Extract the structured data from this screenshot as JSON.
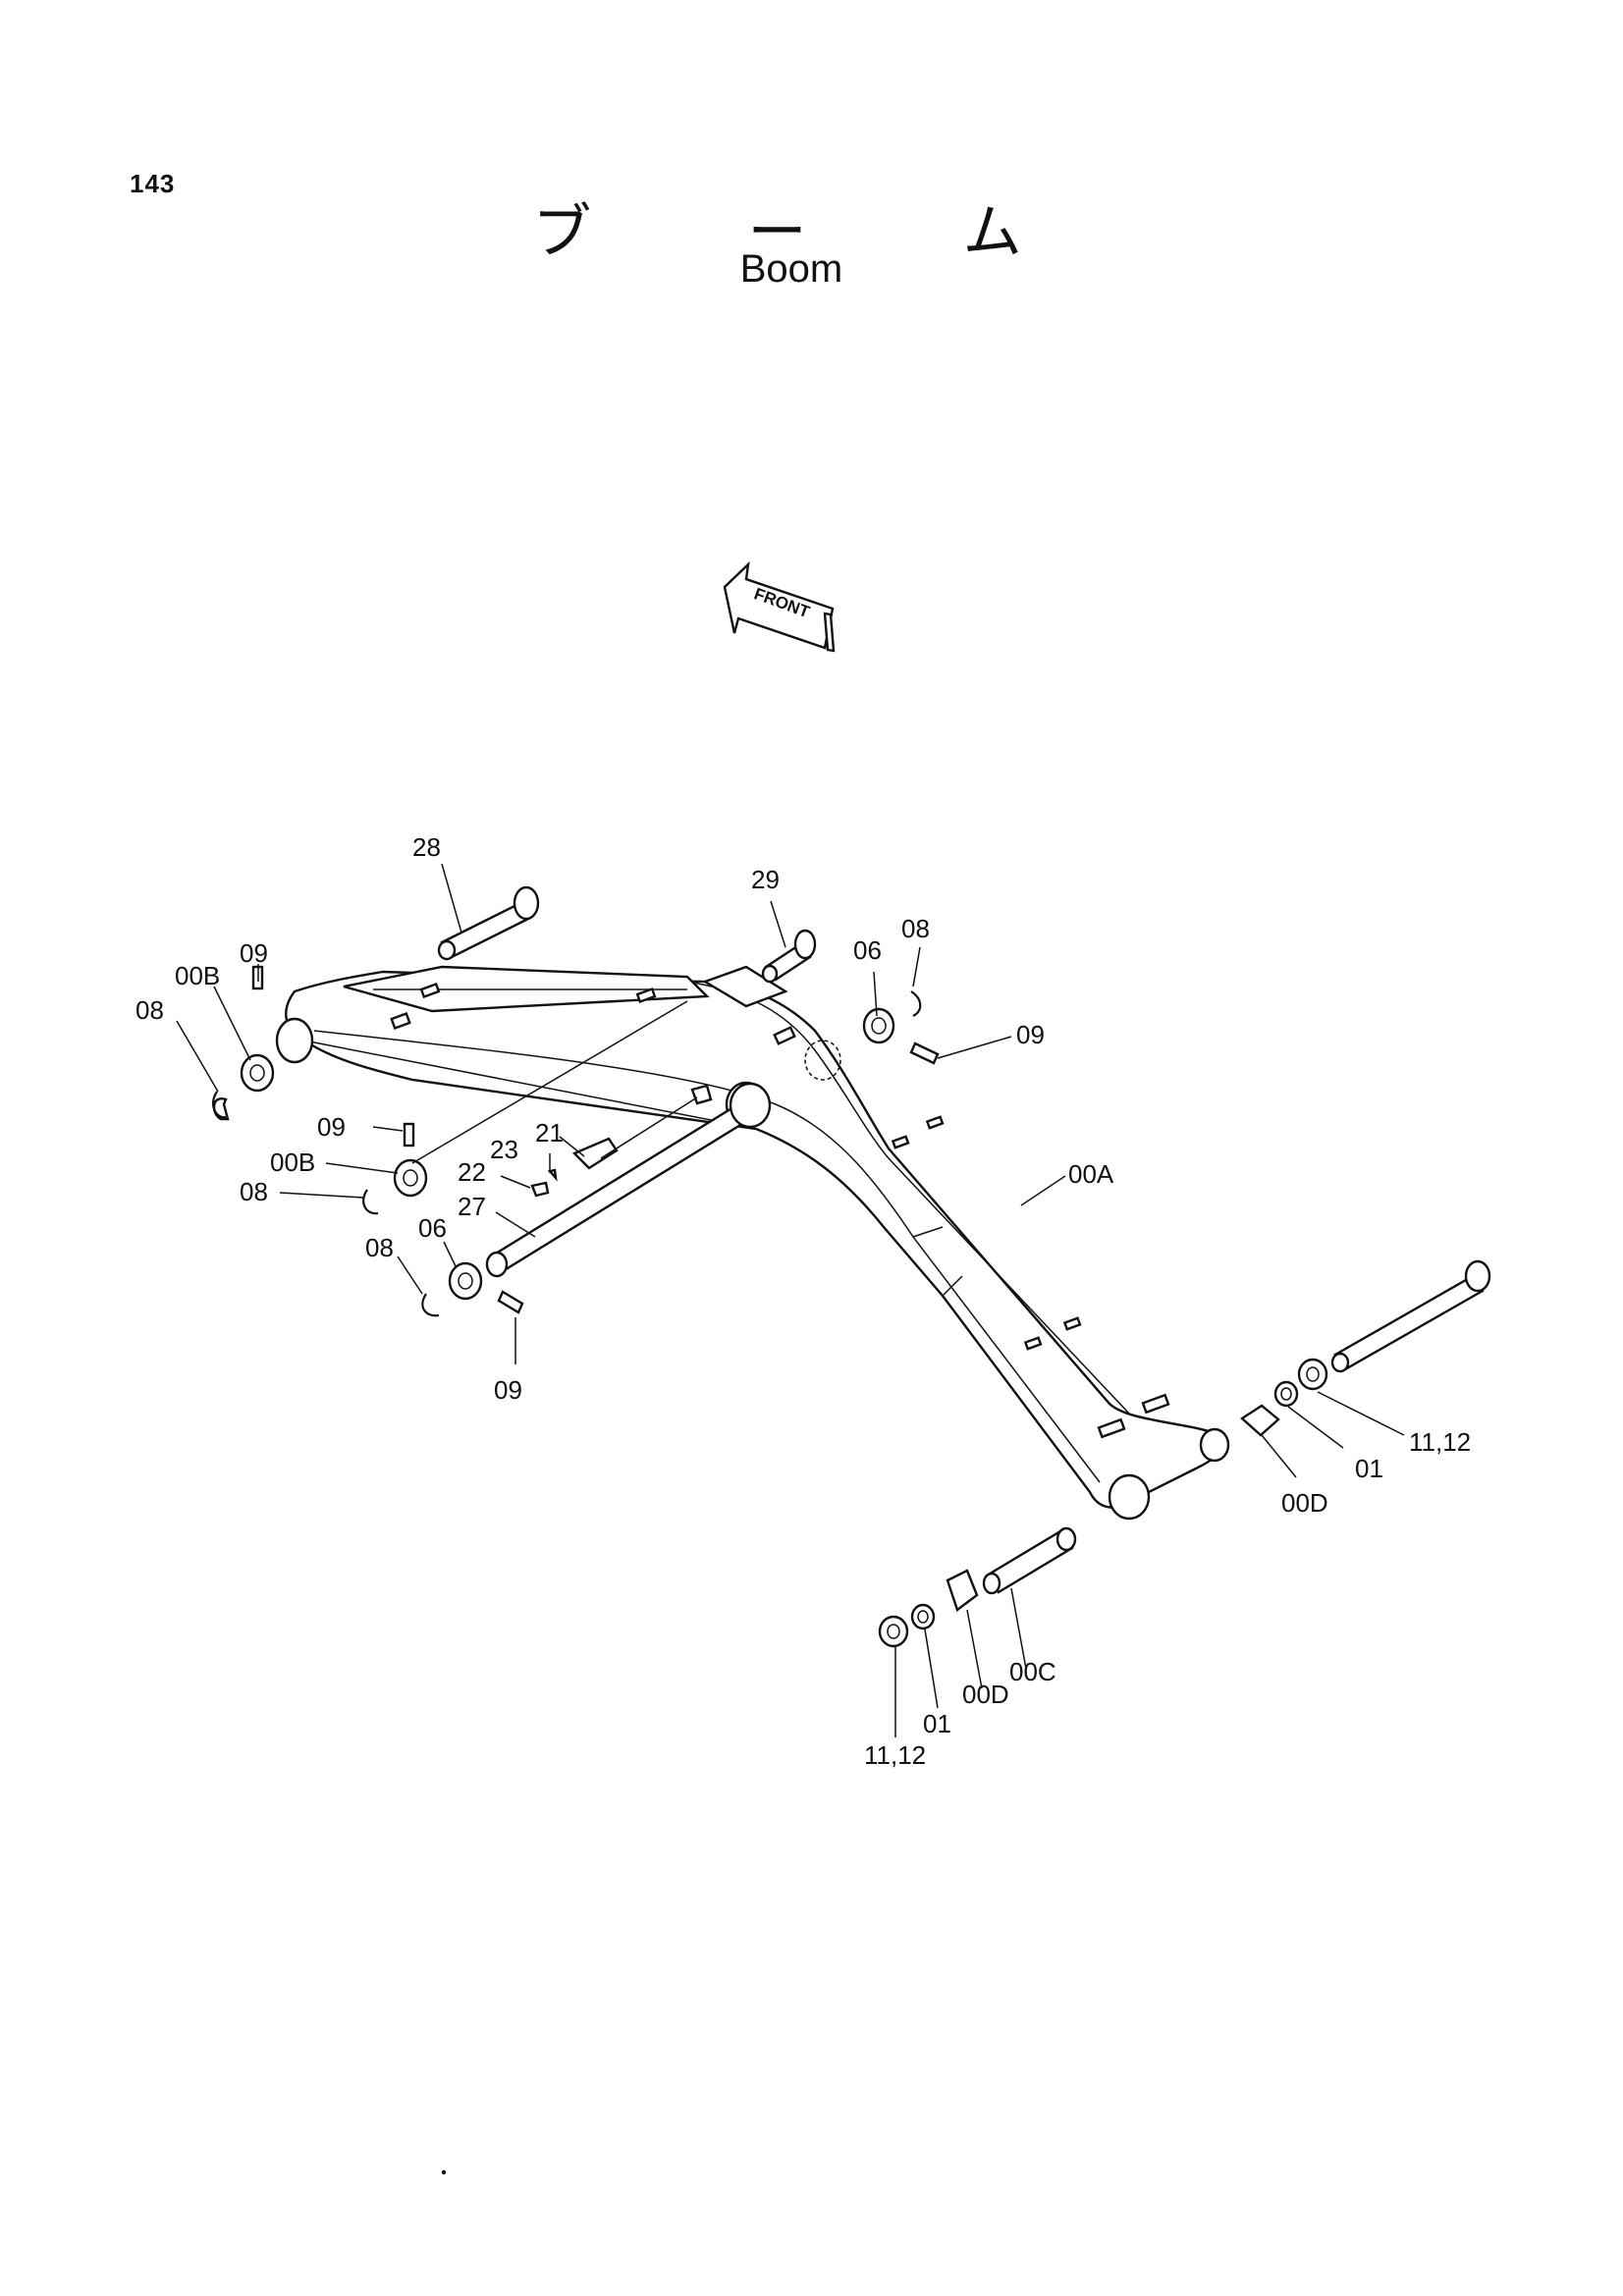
{
  "page": {
    "number": "143"
  },
  "title": {
    "japanese": "ブ ー ム",
    "english": "Boom"
  },
  "front_marker": {
    "label": "FRONT"
  },
  "callouts": [
    "28",
    "29",
    "06",
    "08",
    "09",
    "00B",
    "09",
    "08",
    "09",
    "00B",
    "08",
    "21",
    "23",
    "22",
    "27",
    "06",
    "08",
    "09",
    "00A",
    "11,12",
    "01",
    "00D",
    "00C",
    "00D",
    "01",
    "11,12"
  ]
}
